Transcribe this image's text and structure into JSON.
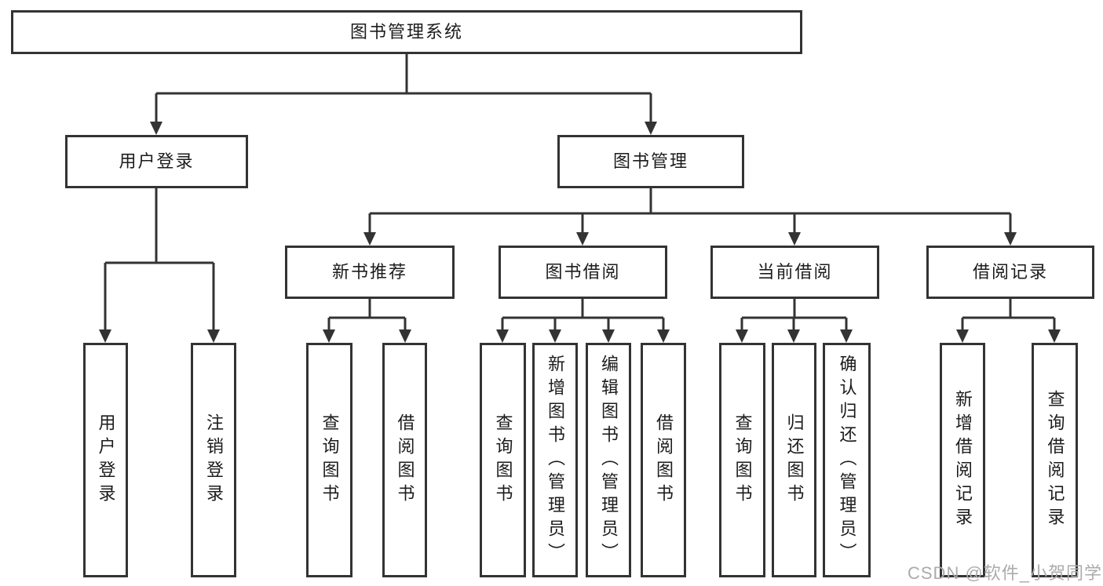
{
  "diagram": {
    "type": "hierarchy-tree",
    "watermark": "CSDN @软件_小贺同学",
    "colors": {
      "line": "#333333",
      "box_border": "#333333",
      "text": "#1c1c1c",
      "background": "#ffffff",
      "watermark": "#ababab"
    }
  },
  "nodes": {
    "root": "图书管理系统",
    "level2": [
      {
        "label": "用户登录"
      },
      {
        "label": "图书管理"
      }
    ],
    "level3": [
      {
        "label": "新书推荐"
      },
      {
        "label": "图书借阅"
      },
      {
        "label": "当前借阅"
      },
      {
        "label": "借阅记录"
      }
    ],
    "leaves": {
      "user_login": [
        {
          "label": "用户登录"
        },
        {
          "label": "注销登录"
        }
      ],
      "new_book": [
        {
          "label": "查询图书"
        },
        {
          "label": "借阅图书"
        }
      ],
      "book_borrow": [
        {
          "label": "查询图书"
        },
        {
          "label": "新增图书（管理员）"
        },
        {
          "label": "编辑图书（管理员）"
        },
        {
          "label": "借阅图书"
        }
      ],
      "current_borrow": [
        {
          "label": "查询图书"
        },
        {
          "label": "归还图书"
        },
        {
          "label": "确认归还（管理员）"
        }
      ],
      "borrow_records": [
        {
          "label": "新增借阅记录"
        },
        {
          "label": "查询借阅记录"
        }
      ]
    }
  }
}
